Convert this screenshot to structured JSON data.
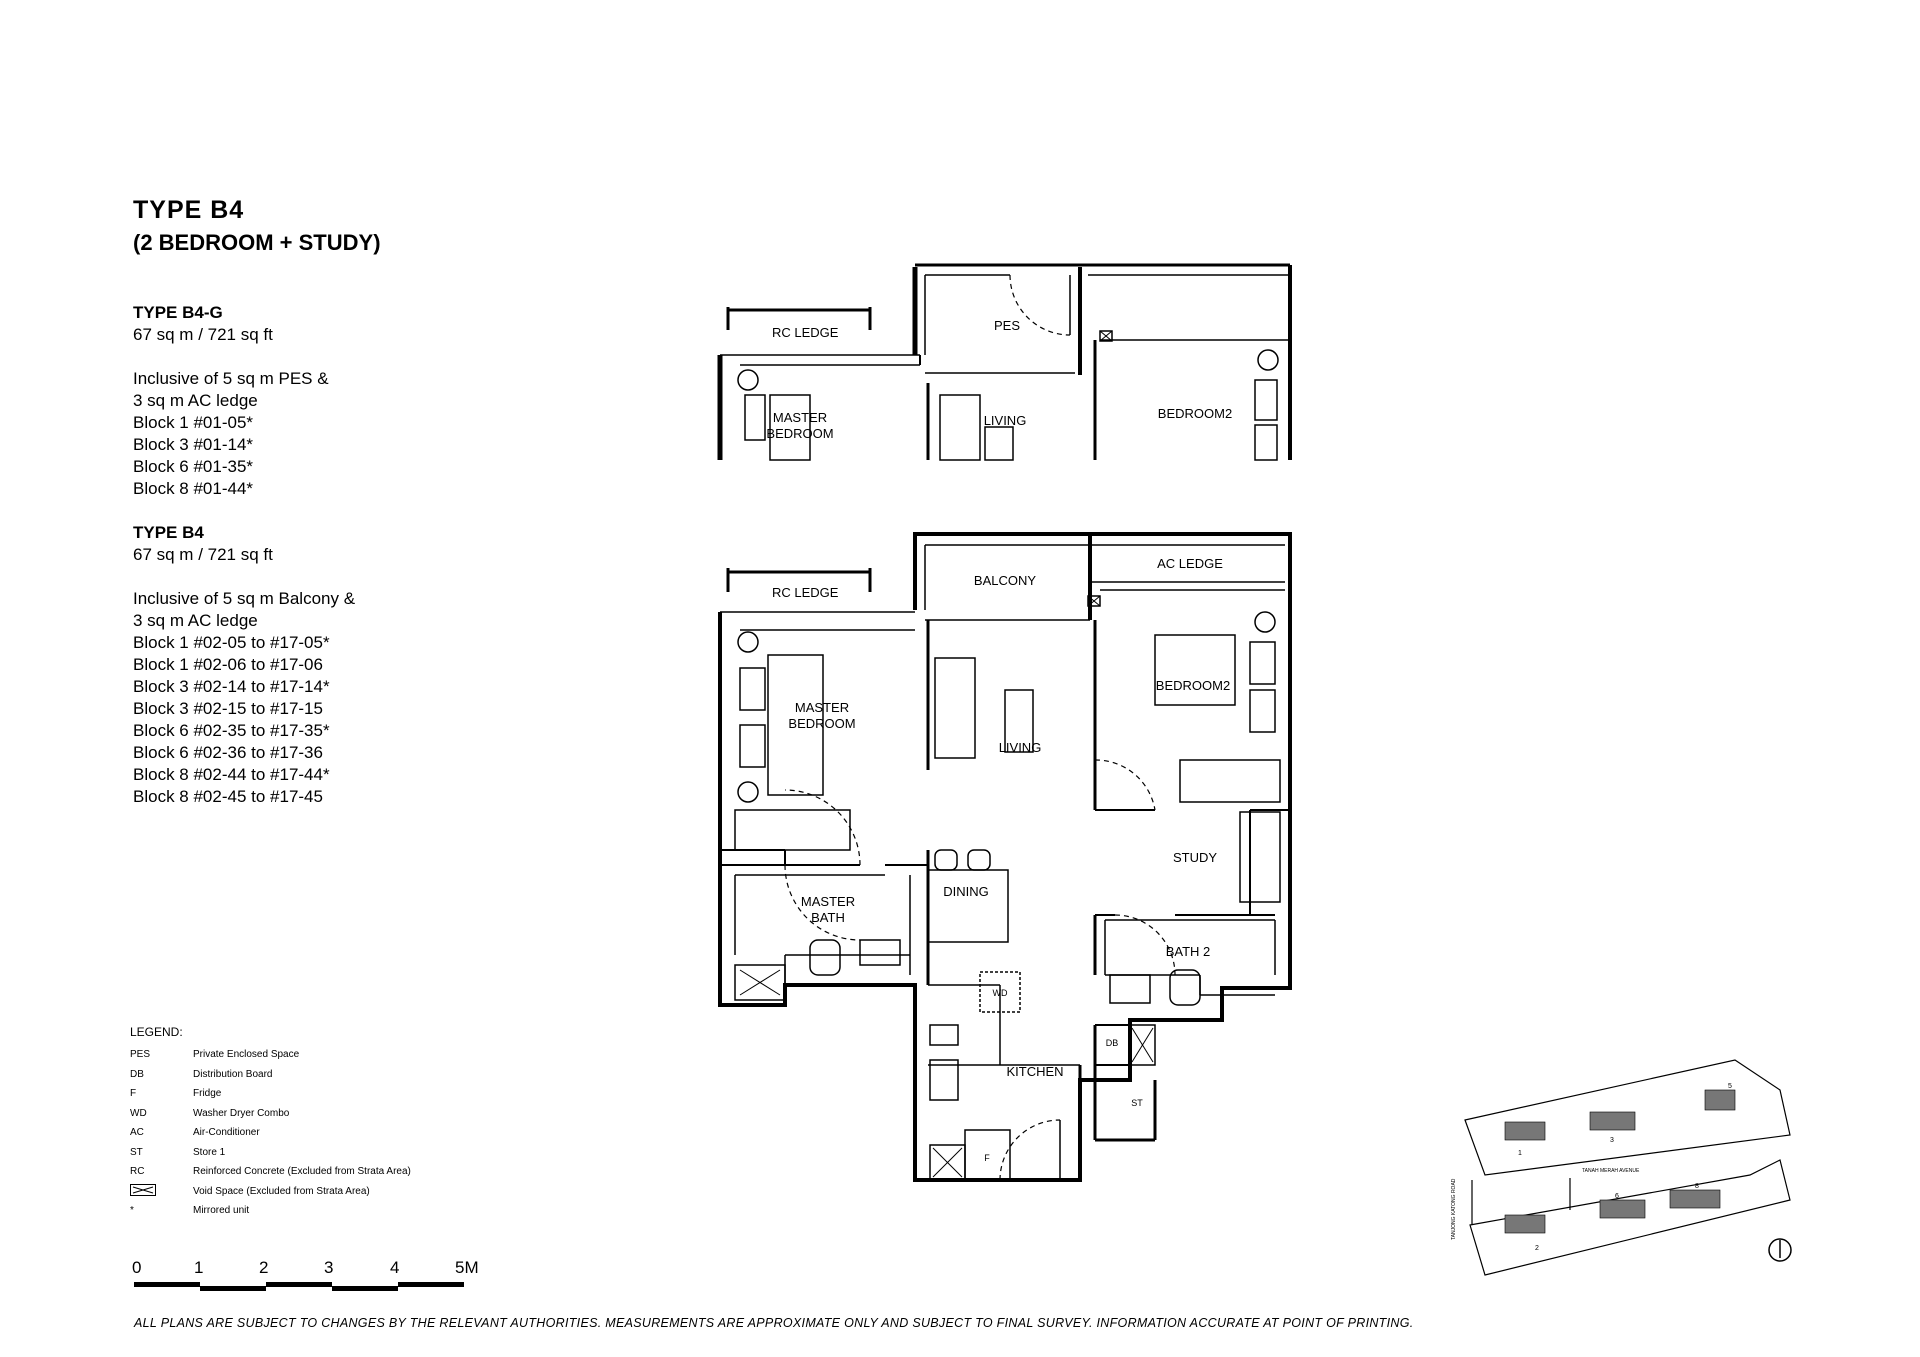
{
  "header": {
    "title": "TYPE  B4",
    "subtitle": "(2 BEDROOM + STUDY)"
  },
  "unit_g": {
    "heading": "TYPE B4-G",
    "area": "67 sq m / 721 sq ft",
    "lines": [
      "Inclusive of 5 sq m PES &",
      "3 sq m AC ledge",
      "Block 1  #01-05*",
      "Block 3  #01-14*",
      "Block 6  #01-35*",
      "Block 8  #01-44*"
    ]
  },
  "unit_main": {
    "heading": "TYPE B4",
    "area": "67 sq m / 721 sq ft",
    "lines": [
      "Inclusive of 5 sq m Balcony &",
      "3 sq m AC ledge",
      "Block 1  #02-05 to #17-05*",
      "Block 1  #02-06 to #17-06",
      "Block 3  #02-14 to #17-14*",
      "Block 3  #02-15 to #17-15",
      "Block 6  #02-35 to #17-35*",
      "Block 6  #02-36 to #17-36",
      "Block 8  #02-44 to #17-44*",
      "Block 8  #02-45 to #17-45"
    ]
  },
  "legend": {
    "heading": "LEGEND:",
    "items": [
      {
        "key": "PES",
        "desc": "Private Enclosed Space"
      },
      {
        "key": "DB",
        "desc": "Distribution Board"
      },
      {
        "key": "F",
        "desc": "Fridge"
      },
      {
        "key": "WD",
        "desc": "Washer Dryer Combo"
      },
      {
        "key": "AC",
        "desc": "Air-Conditioner"
      },
      {
        "key": "ST",
        "desc": "Store 1"
      },
      {
        "key": "RC",
        "desc": "Reinforced Concrete (Excluded from Strata Area)"
      },
      {
        "key": "",
        "desc": "Void Space (Excluded from Strata Area)"
      },
      {
        "key": "*",
        "desc": "Mirrored unit"
      }
    ]
  },
  "scale": {
    "ticks": [
      "0",
      "1",
      "2",
      "3",
      "4",
      "5M"
    ]
  },
  "plan_top": {
    "rc_ledge": "RC LEDGE",
    "pes": "PES",
    "master_bedroom_1": "MASTER",
    "master_bedroom_2": "BEDROOM",
    "living": "LIVING",
    "bedroom2": "BEDROOM2"
  },
  "plan_main": {
    "rc_ledge": "RC LEDGE",
    "balcony": "BALCONY",
    "ac_ledge": "AC LEDGE",
    "master_bedroom_1": "MASTER",
    "master_bedroom_2": "BEDROOM",
    "living": "LIVING",
    "bedroom2": "BEDROOM2",
    "study": "STUDY",
    "dining": "DINING",
    "master_bath_1": "MASTER",
    "master_bath_2": "BATH",
    "bath2": "BATH 2",
    "kitchen": "KITCHEN",
    "wd": "WD",
    "db": "DB",
    "st": "ST",
    "f": "F"
  },
  "site_plan": {
    "road_left": "TANJONG KATONG ROAD",
    "road_mid": "TANAH MERAH AVENUE",
    "blocks": [
      "1",
      "2",
      "3",
      "5",
      "6",
      "8"
    ]
  },
  "disclaimer": "ALL PLANS ARE SUBJECT TO CHANGES BY THE RELEVANT AUTHORITIES. MEASUREMENTS ARE APPROXIMATE ONLY AND SUBJECT TO FINAL SURVEY. INFORMATION ACCURATE AT POINT OF PRINTING."
}
